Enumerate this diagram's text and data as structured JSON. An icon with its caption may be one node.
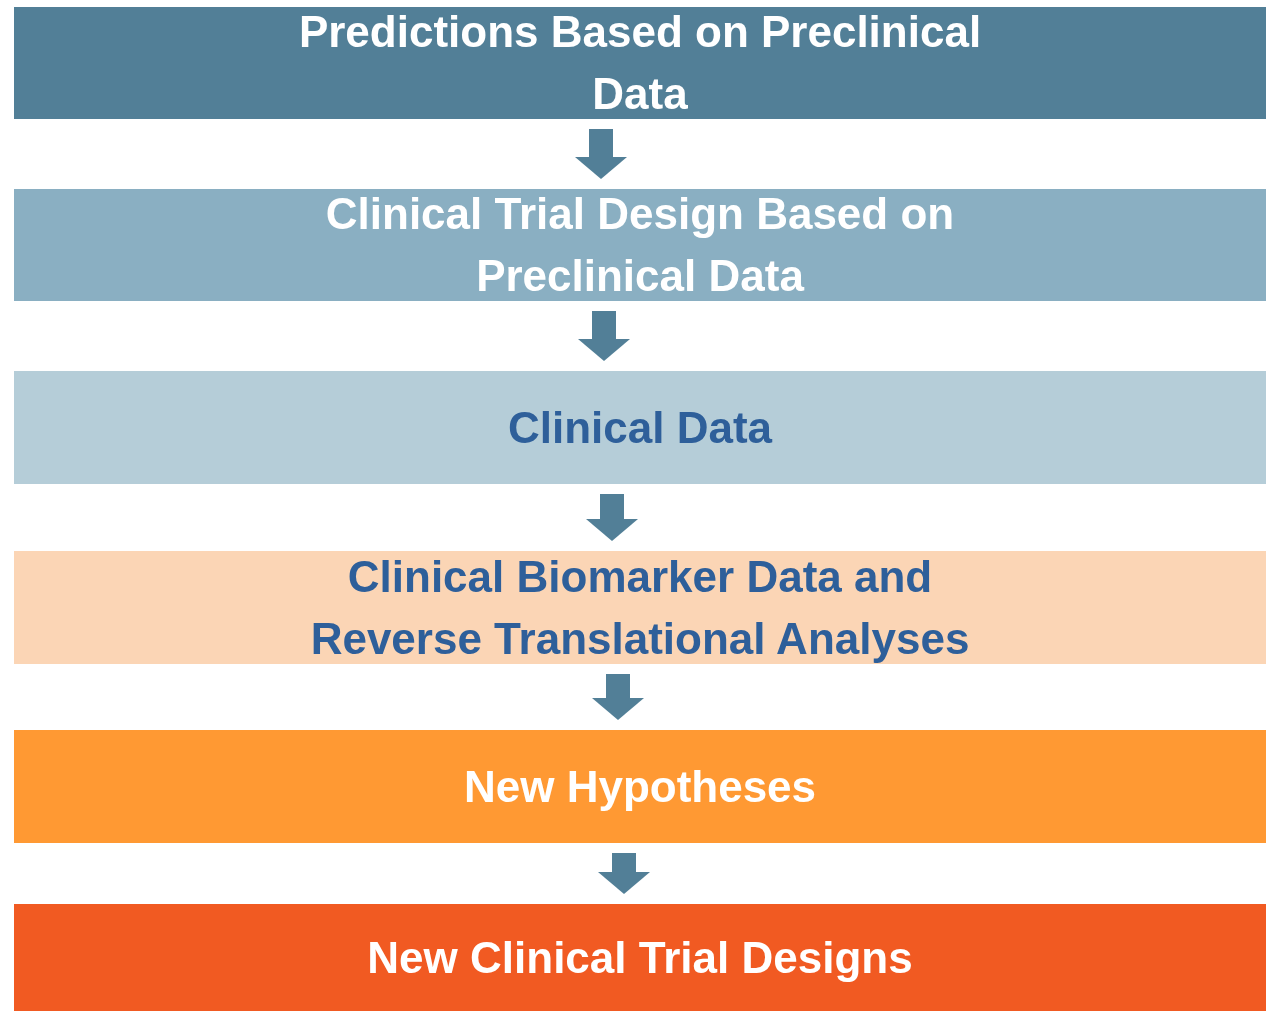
{
  "diagram": {
    "nodes": [
      {
        "text": [
          "Predictions Based on Preclinical Data"
        ]
      },
      {
        "text": [
          "Clinical Trial Design Based on Preclinical Data"
        ]
      },
      {
        "text": [
          "Clinical Data"
        ]
      },
      {
        "text": [
          "Clinical Biomarker Data and Reverse Translational Analyses"
        ]
      },
      {
        "text": [
          "New Hypotheses"
        ]
      },
      {
        "text": [
          "New Clinical Trial Designs"
        ]
      }
    ],
    "edges": [
      {
        "from": 0,
        "to": 1,
        "arrow": "to"
      },
      {
        "from": 1,
        "to": 2,
        "arrow": "to"
      },
      {
        "from": 2,
        "to": 3,
        "arrow": "to"
      },
      {
        "from": 3,
        "to": 4,
        "arrow": "to"
      },
      {
        "from": 4,
        "to": 5,
        "arrow": "to"
      }
    ]
  }
}
